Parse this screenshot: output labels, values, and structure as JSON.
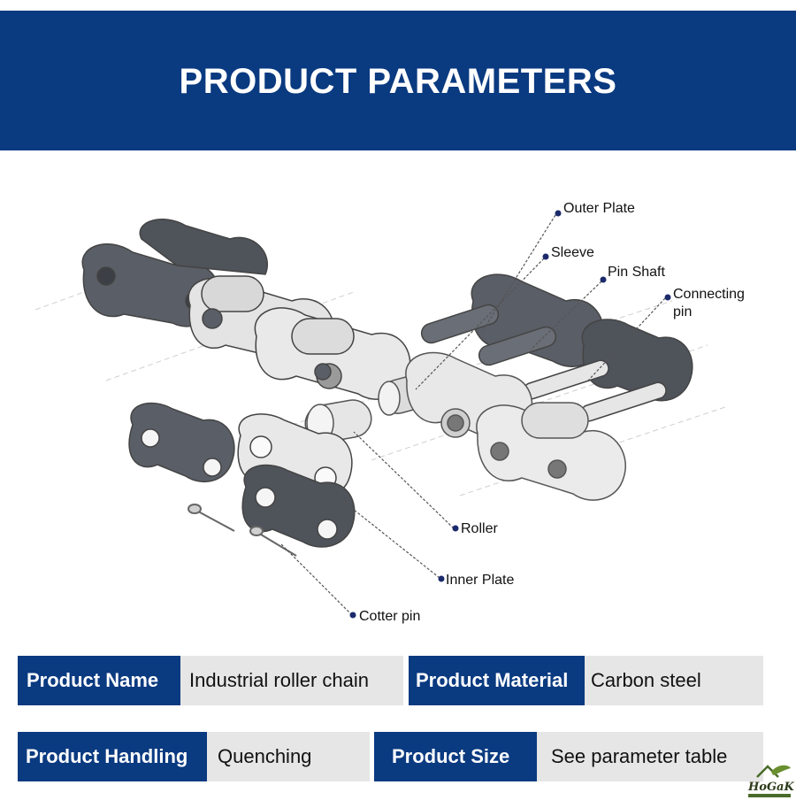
{
  "header": {
    "title": "PRODUCT PARAMETERS"
  },
  "diagram": {
    "callouts": {
      "outer_plate": "Outer Plate",
      "sleeve": "Sleeve",
      "pin_shaft": "Pin Shaft",
      "connecting_pin_line1": "Connecting",
      "connecting_pin_line2": "pin",
      "roller": "Roller",
      "inner_plate": "Inner Plate",
      "cotter_pin": "Cotter pin"
    }
  },
  "params": {
    "name_label": "Product Name",
    "name_value": "Industrial roller chain",
    "material_label": "Product Material",
    "material_value": "Carbon steel",
    "handling_label": "Product Handling",
    "handling_value": "Quenching",
    "size_label": "Product Size",
    "size_value": "See parameter table"
  },
  "logo": {
    "text": "HoGaKi"
  },
  "colors": {
    "brand_blue": "#0a3a80",
    "cell_gray": "#e6e6e6",
    "plate_dark": "#5a5e66",
    "plate_light": "#e4e4e4"
  }
}
